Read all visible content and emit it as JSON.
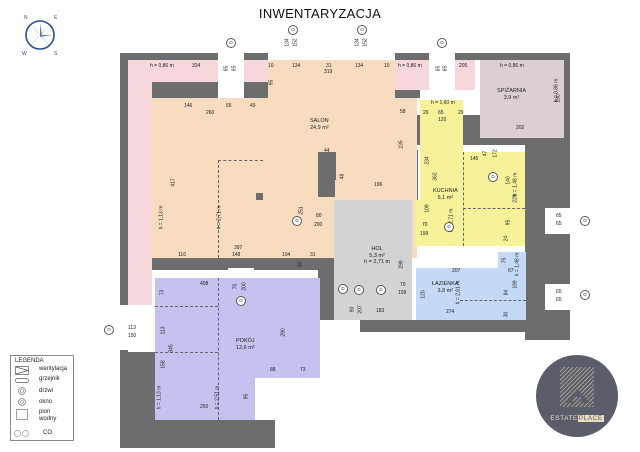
{
  "header": {
    "title": "INWENTARYZACJA"
  },
  "compass": {
    "icon": "compass-rose-icon",
    "labels": [
      "N",
      "E",
      "S",
      "W"
    ]
  },
  "rooms": [
    {
      "id": "salon",
      "name": "SALON",
      "area": "24,9 m²",
      "color": "#f8dcc0"
    },
    {
      "id": "kuchnia",
      "name": "KUCHNIA",
      "area": "6,1 m²",
      "color": "#f7f29a"
    },
    {
      "id": "spizarnia",
      "name": "SPIŻARNIA",
      "area": "3,9 m²",
      "color": "#dccfd2"
    },
    {
      "id": "hol",
      "name": "HOL",
      "area": "5,3 m²",
      "height": "h = 2,71 m",
      "color": "#d3d3d3"
    },
    {
      "id": "lazienka",
      "name": "ŁAZIENKA",
      "area": "3,8 m²",
      "color": "#c3d9f5"
    },
    {
      "id": "pokoj",
      "name": "POKÓJ",
      "area": "12,6 m²",
      "color": "#c6c2ef"
    }
  ],
  "heights": {
    "attic_top_left": "h = 0,86 m",
    "attic_top_mid": "h = 0,86 m",
    "spizarnia_top": "h = 0,86 m",
    "spizarnia_side": "h = 0,86 m",
    "kitchen_top": "h = 1,60 m",
    "salon_left": "h = 1,13 m",
    "salon_mid": "h = 2,71 m",
    "kitchen_mid": "h = 2,71 m",
    "kitchen_right": "h = 1,48 m",
    "bath_mid": "h = 2,61 m",
    "bath_right": "h = 1,48 m",
    "pokoj_left": "h = 1,13 m",
    "pokoj_mid": "h = 2,51 m"
  },
  "dimensions": {
    "top_334": "334",
    "top_window_a": "65",
    "top_window_b": "65",
    "top_10": "10",
    "top_134a": "134",
    "top_31": "31",
    "top_319": "319",
    "top_134b": "134",
    "top_10b": "10",
    "top_95": "95",
    "win1_top": "134",
    "win1_bottom": "152",
    "win2_top": "134",
    "win2_bottom": "152",
    "top_mid_65a": "65",
    "top_mid_65b": "65",
    "top_205": "205",
    "salon_146": "146",
    "salon_65": "65",
    "salon_49": "49",
    "salon_260": "260",
    "salon_58": "58",
    "salon_235": "235",
    "salon_44": "44",
    "salon_48": "48",
    "salon_196": "196",
    "salon_417": "417",
    "salon_397": "397",
    "salon_116": "116",
    "salon_148": "148",
    "salon_104": "104",
    "salon_31": "31",
    "salon_30": "30",
    "salon_251": "251",
    "door_80": "80",
    "door_200": "200",
    "kitchen_26": "26",
    "kitchen_65": "65",
    "kitchen_29": "29",
    "kitchen_120": "120",
    "kitchen_234": "234",
    "kitchen_362": "362",
    "kitchen_145": "145",
    "kitchen_47": "47",
    "kitchen_172": "172",
    "kitchen_140": "140",
    "kitchen_229": "229",
    "kitchen_95": "95",
    "kitchen_24": "24",
    "kitchen_109": "109",
    "kitchen_door_70": "70",
    "kitchen_door_199": "199",
    "spiz_190": "190",
    "spiz_202": "202",
    "right_win1_a": "65",
    "right_win1_b": "65",
    "right_win2_a": "65",
    "right_win2_b": "65",
    "hol_299": "299",
    "hol_183": "183",
    "hol_90": "90",
    "hol_207": "207",
    "hol_door_70": "70",
    "hol_door_199": "199",
    "bath_207": "207",
    "bath_75": "75",
    "bath_67": "67",
    "bath_199": "199",
    "bath_84": "84",
    "bath_30": "30",
    "bath_274": "274",
    "bath_120": "120",
    "pokoj_408": "408",
    "pokoj_73": "73",
    "pokoj_200": "200",
    "pokoj_75": "75",
    "pokoj_113": "113",
    "pokoj_345": "345",
    "pokoj_158": "158",
    "pokoj_290": "290",
    "pokoj_88": "88",
    "pokoj_73b": "73",
    "pokoj_95": "95",
    "pokoj_250": "250",
    "left_win_113": "113",
    "left_win_150": "150"
  },
  "markers": {
    "door": "D",
    "window": "O"
  },
  "legend": {
    "title": "LEGENDA",
    "items": [
      {
        "icon": "ventilation-icon",
        "label": "wentylacja"
      },
      {
        "icon": "radiator-icon",
        "label": "grzejnik"
      },
      {
        "icon": "door-marker-icon",
        "label": "drzwi"
      },
      {
        "icon": "window-marker-icon",
        "label": "okno"
      },
      {
        "icon": "water-riser-icon",
        "label": "pion wodny"
      },
      {
        "icon": "heating-riser-icon",
        "label": "CO"
      }
    ]
  },
  "logo": {
    "brand_a": "ESTATE",
    "brand_b": "PLACE",
    "bg": "#5b5d6b"
  }
}
